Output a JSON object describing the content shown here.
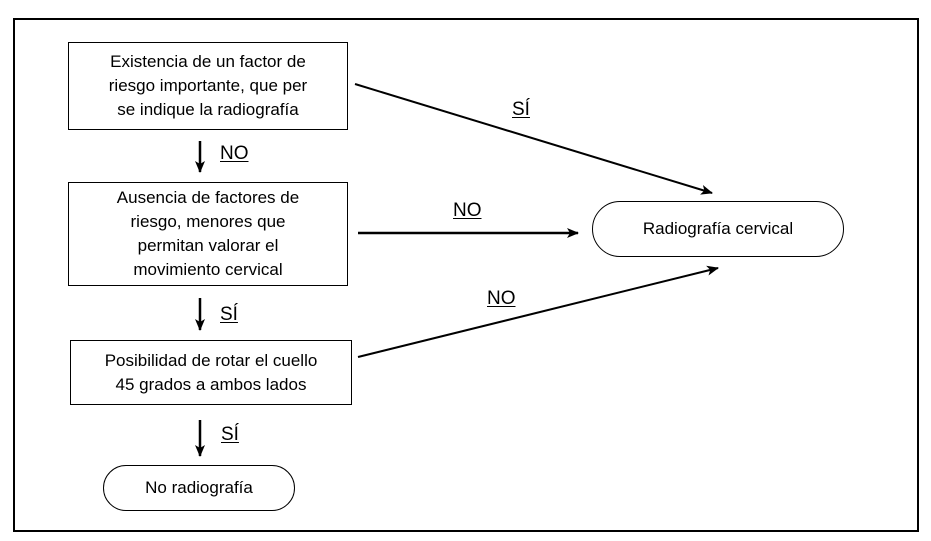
{
  "nodes": {
    "factor_importante": [
      "Existencia de un factor de",
      "riesgo importante, que per",
      "se indique la radiografía"
    ],
    "factores_menores": [
      "Ausencia de factores de",
      "riesgo, menores que",
      "permitan valorar el",
      "movimiento cervical"
    ],
    "rotar_cuello": [
      "Posibilidad de rotar el cuello",
      "45 grados a ambos lados"
    ],
    "radiografia": "Radiografía cervical",
    "no_radiografia": "No radiografía"
  },
  "edges": {
    "factor_to_menores": "NO",
    "factor_to_radiografia": "SÍ",
    "menores_to_radiografia": "NO",
    "menores_to_rotar": "SÍ",
    "rotar_to_radiografia": "NO",
    "rotar_to_no_radiografia": "SÍ"
  }
}
